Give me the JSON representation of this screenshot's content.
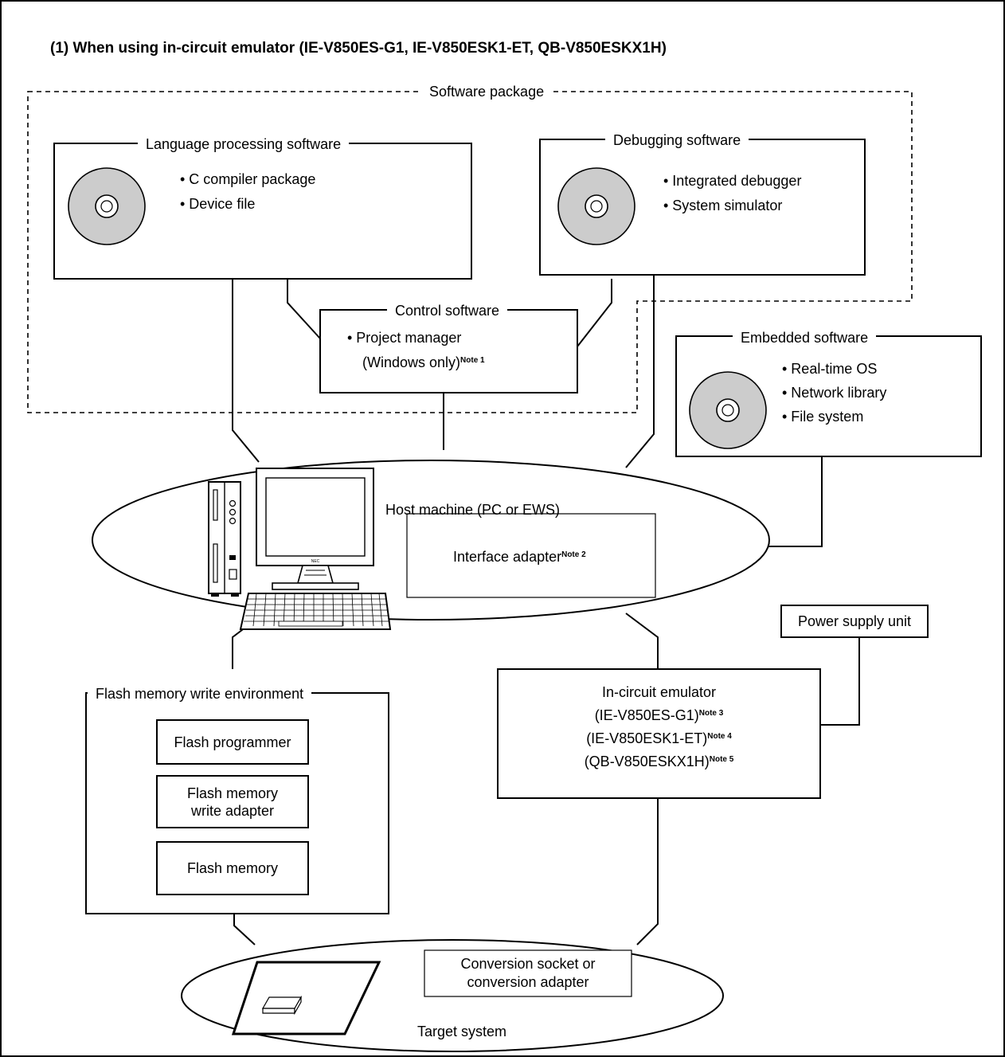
{
  "title": "(1)  When using in-circuit emulator (IE-V850ES-G1, IE-V850ESK1-ET, QB-V850ESKX1H)",
  "software_package": {
    "label": "Software package"
  },
  "language_processing": {
    "label": "Language processing software",
    "items": [
      "• C compiler package",
      "• Device file"
    ]
  },
  "debugging": {
    "label": "Debugging software",
    "items": [
      "• Integrated debugger",
      "• System simulator"
    ]
  },
  "control": {
    "label": "Control software",
    "item_line1": "•  Project manager",
    "item_line2": "(Windows only)",
    "item_note": "Note 1"
  },
  "embedded": {
    "label": "Embedded software",
    "items": [
      "• Real-time OS",
      "• Network library",
      "• File system"
    ]
  },
  "host": {
    "label": "Host machine (PC or EWS)",
    "interface_adapter": "Interface adapter",
    "interface_note": "Note 2"
  },
  "power_supply": {
    "label": "Power supply unit"
  },
  "flash_env": {
    "label": "Flash memory write environment",
    "programmer": "Flash programmer",
    "write_adapter_line1": "Flash memory",
    "write_adapter_line2": "write adapter",
    "memory": "Flash memory"
  },
  "emulator": {
    "label": "In-circuit emulator",
    "models": [
      {
        "name": "(IE-V850ES-G1)",
        "note": "Note 3"
      },
      {
        "name": "(IE-V850ESK1-ET)",
        "note": "Note 4"
      },
      {
        "name": "(QB-V850ESKX1H)",
        "note": "Note 5"
      }
    ]
  },
  "target": {
    "label": "Target system",
    "socket_line1": "Conversion socket or",
    "socket_line2": "conversion adapter"
  },
  "colors": {
    "line": "#000000",
    "disc": "#cccccc",
    "background": "#ffffff"
  }
}
